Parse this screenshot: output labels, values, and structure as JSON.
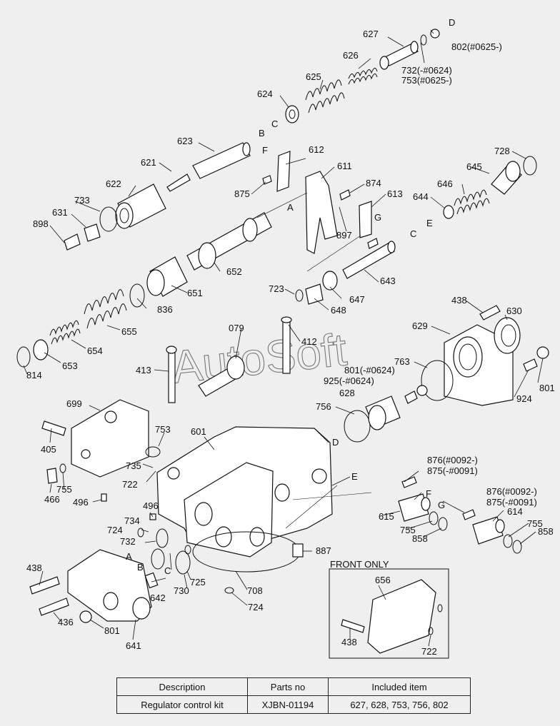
{
  "watermark": "AutoSoft",
  "part_labels": [
    "627",
    "626",
    "625",
    "624",
    "623",
    "622",
    "621",
    "631",
    "733",
    "898",
    "875",
    "612",
    "611",
    "874",
    "613",
    "897",
    "728",
    "646",
    "645",
    "644",
    "652",
    "651",
    "836",
    "655",
    "654",
    "653",
    "814",
    "643",
    "647",
    "648",
    "723",
    "438",
    "630",
    "629",
    "079",
    "412",
    "413",
    "763",
    "801(-#0624)",
    "925(-#0624)",
    "628",
    "924",
    "801",
    "756",
    "699",
    "405",
    "753",
    "601",
    "735",
    "722",
    "466",
    "755",
    "496",
    "496",
    "734",
    "724",
    "732",
    "438",
    "642",
    "730",
    "725",
    "708",
    "724",
    "887",
    "436",
    "801",
    "641",
    "876(#0092-)",
    "875(-#0091)",
    "615",
    "755",
    "858",
    "876(#0092-)",
    "875(-#0091)",
    "614",
    "755",
    "858",
    "656",
    "438",
    "722",
    "802(#0625-)",
    "732(-#0624)",
    "753(#0625-)"
  ],
  "port_letters": [
    "D",
    "B",
    "C",
    "F",
    "A",
    "G",
    "C",
    "E",
    "D",
    "E",
    "F",
    "G",
    "A",
    "B",
    "C"
  ],
  "front_only": "FRONT ONLY",
  "table": {
    "headers": [
      "Description",
      "Parts no",
      "Included item"
    ],
    "rows": [
      [
        "Regulator control  kit",
        "XJBN-01194",
        "627, 628, 753, 756, 802"
      ]
    ]
  }
}
